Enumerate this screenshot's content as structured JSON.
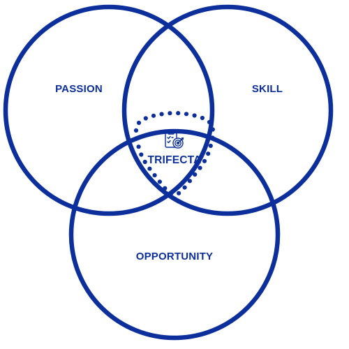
{
  "diagram": {
    "circles": [
      {
        "label": "PASSION"
      },
      {
        "label": "SKILL"
      },
      {
        "label": "OPPORTUNITY"
      }
    ],
    "center": {
      "label": "TRIFECTA",
      "icon": "clipboard-target-icon"
    }
  },
  "colors": {
    "stroke": "#0c2f9b",
    "text": "#0c2f9b",
    "background": "#ffffff"
  }
}
